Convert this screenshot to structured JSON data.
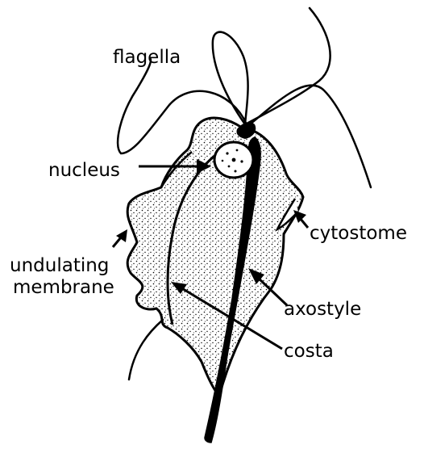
{
  "figure": {
    "background": "#ffffff",
    "ink": "#000000"
  },
  "labels": {
    "flagella": "flagella",
    "nucleus": "nucleus",
    "cytostome": "cytostome",
    "undulating_line1": "undulating",
    "undulating_line2": "membrane",
    "axostyle": "axostyle",
    "costa": "costa"
  }
}
